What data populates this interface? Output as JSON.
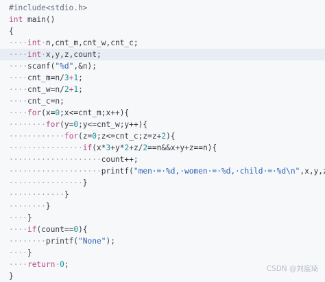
{
  "colors": {
    "background": "#f6f8fa",
    "highlight": "#e8edf3",
    "keyword": "#b74a8a",
    "number": "#1c8f96",
    "string": "#2f5fb3",
    "indent_marker": "#9aa4ae"
  },
  "watermark": "CSDN @刘宸琦",
  "code_lines": [
    {
      "highlight": false,
      "tokens": [
        {
          "t": "dir",
          "v": "#include<stdio.h>"
        }
      ]
    },
    {
      "highlight": false,
      "tokens": [
        {
          "t": "kw",
          "v": "int"
        },
        {
          "t": "plain",
          "v": " main()"
        }
      ]
    },
    {
      "highlight": false,
      "tokens": [
        {
          "t": "plain",
          "v": "{"
        }
      ]
    },
    {
      "highlight": false,
      "tokens": [
        {
          "t": "ind",
          "v": "····"
        },
        {
          "t": "kw",
          "v": "int"
        },
        {
          "t": "ind",
          "v": "·"
        },
        {
          "t": "plain",
          "v": "n,cnt_m,cnt_w,cnt_c;"
        }
      ]
    },
    {
      "highlight": true,
      "tokens": [
        {
          "t": "ind",
          "v": "····"
        },
        {
          "t": "kw",
          "v": "int"
        },
        {
          "t": "ind",
          "v": "·"
        },
        {
          "t": "plain",
          "v": "x,y,z,count;"
        }
      ]
    },
    {
      "highlight": false,
      "tokens": [
        {
          "t": "ind",
          "v": "····"
        },
        {
          "t": "plain",
          "v": "scanf("
        },
        {
          "t": "str",
          "v": "\"%d\""
        },
        {
          "t": "plain",
          "v": ",&n);"
        }
      ]
    },
    {
      "highlight": false,
      "tokens": [
        {
          "t": "ind",
          "v": "····"
        },
        {
          "t": "plain",
          "v": "cnt_m=n/"
        },
        {
          "t": "num",
          "v": "3"
        },
        {
          "t": "op",
          "v": "+"
        },
        {
          "t": "num",
          "v": "1"
        },
        {
          "t": "plain",
          "v": ";"
        }
      ]
    },
    {
      "highlight": false,
      "tokens": [
        {
          "t": "ind",
          "v": "····"
        },
        {
          "t": "plain",
          "v": "cnt_w=n/"
        },
        {
          "t": "num",
          "v": "2"
        },
        {
          "t": "op",
          "v": "+"
        },
        {
          "t": "num",
          "v": "1"
        },
        {
          "t": "plain",
          "v": ";"
        }
      ]
    },
    {
      "highlight": false,
      "tokens": [
        {
          "t": "ind",
          "v": "····"
        },
        {
          "t": "plain",
          "v": "cnt_c=n;"
        }
      ]
    },
    {
      "highlight": false,
      "tokens": [
        {
          "t": "ind",
          "v": "····"
        },
        {
          "t": "kw",
          "v": "for"
        },
        {
          "t": "plain",
          "v": "(x="
        },
        {
          "t": "num",
          "v": "0"
        },
        {
          "t": "plain",
          "v": ";x<=cnt_m;x++){"
        }
      ]
    },
    {
      "highlight": false,
      "tokens": [
        {
          "t": "ind",
          "v": "········"
        },
        {
          "t": "kw",
          "v": "for"
        },
        {
          "t": "plain",
          "v": "(y="
        },
        {
          "t": "num",
          "v": "0"
        },
        {
          "t": "plain",
          "v": ";y<=cnt_w;y++){"
        }
      ]
    },
    {
      "highlight": false,
      "tokens": [
        {
          "t": "ind",
          "v": "············"
        },
        {
          "t": "kw",
          "v": "for"
        },
        {
          "t": "plain",
          "v": "(z="
        },
        {
          "t": "num",
          "v": "0"
        },
        {
          "t": "plain",
          "v": ";z<=cnt_c;z=z+"
        },
        {
          "t": "num",
          "v": "2"
        },
        {
          "t": "plain",
          "v": "){"
        }
      ]
    },
    {
      "highlight": false,
      "tokens": [
        {
          "t": "ind",
          "v": "················"
        },
        {
          "t": "kw",
          "v": "if"
        },
        {
          "t": "plain",
          "v": "(x*"
        },
        {
          "t": "num",
          "v": "3"
        },
        {
          "t": "plain",
          "v": "+y*"
        },
        {
          "t": "num",
          "v": "2"
        },
        {
          "t": "plain",
          "v": "+z/"
        },
        {
          "t": "num",
          "v": "2"
        },
        {
          "t": "plain",
          "v": "==n&&x+y+z==n){"
        }
      ]
    },
    {
      "highlight": false,
      "tokens": [
        {
          "t": "ind",
          "v": "····················"
        },
        {
          "t": "plain",
          "v": "count++;"
        }
      ]
    },
    {
      "highlight": false,
      "tokens": [
        {
          "t": "ind",
          "v": "····················"
        },
        {
          "t": "plain",
          "v": "printf("
        },
        {
          "t": "str",
          "v": "\"men·=·%d,·women·=·%d,·child·=·%d\\n\""
        },
        {
          "t": "plain",
          "v": ",x,y,z);"
        }
      ]
    },
    {
      "highlight": false,
      "tokens": [
        {
          "t": "ind",
          "v": "················"
        },
        {
          "t": "plain",
          "v": "}"
        }
      ]
    },
    {
      "highlight": false,
      "tokens": [
        {
          "t": "ind",
          "v": "············"
        },
        {
          "t": "plain",
          "v": "}"
        }
      ]
    },
    {
      "highlight": false,
      "tokens": [
        {
          "t": "ind",
          "v": "········"
        },
        {
          "t": "plain",
          "v": "}"
        }
      ]
    },
    {
      "highlight": false,
      "tokens": [
        {
          "t": "ind",
          "v": "····"
        },
        {
          "t": "plain",
          "v": "}"
        }
      ]
    },
    {
      "highlight": false,
      "tokens": [
        {
          "t": "ind",
          "v": "····"
        },
        {
          "t": "kw",
          "v": "if"
        },
        {
          "t": "plain",
          "v": "(count=="
        },
        {
          "t": "num",
          "v": "0"
        },
        {
          "t": "plain",
          "v": "){"
        }
      ]
    },
    {
      "highlight": false,
      "tokens": [
        {
          "t": "ind",
          "v": "········"
        },
        {
          "t": "plain",
          "v": "printf("
        },
        {
          "t": "str",
          "v": "\"None\""
        },
        {
          "t": "plain",
          "v": ");"
        }
      ]
    },
    {
      "highlight": false,
      "tokens": [
        {
          "t": "ind",
          "v": "····"
        },
        {
          "t": "plain",
          "v": "}"
        }
      ]
    },
    {
      "highlight": false,
      "tokens": [
        {
          "t": "ind",
          "v": "····"
        },
        {
          "t": "kw",
          "v": "return"
        },
        {
          "t": "ind",
          "v": "·"
        },
        {
          "t": "num",
          "v": "0"
        },
        {
          "t": "plain",
          "v": ";"
        }
      ]
    },
    {
      "highlight": false,
      "tokens": [
        {
          "t": "plain",
          "v": "}"
        }
      ]
    }
  ]
}
